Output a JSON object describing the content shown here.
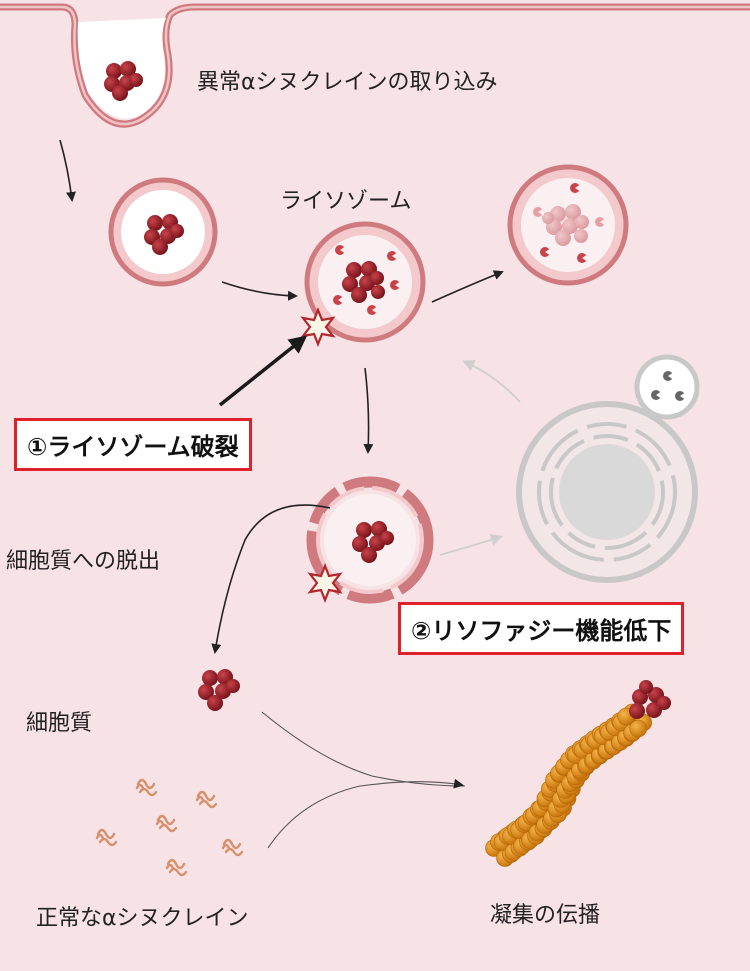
{
  "labels": {
    "uptake": "異常αシヌクレインの取り込み",
    "lysosome": "ライソゾーム",
    "cytoplasm_release": "細胞質への脱出",
    "cytoplasm": "細胞質",
    "normal_syn": "正常なαシヌクレイン",
    "propagation": "凝集の伝播"
  },
  "boxes": {
    "rupture": "①ライソゾーム破裂",
    "lysophagy": "②リソファジー機能低下"
  },
  "colors": {
    "background": "#f7e2e5",
    "membrane": "#cf7a7e",
    "aggregate": "#8f1d24",
    "fibril": "#dd8a12",
    "grey": "#c8c8c8",
    "box_border": "#e0202a"
  }
}
